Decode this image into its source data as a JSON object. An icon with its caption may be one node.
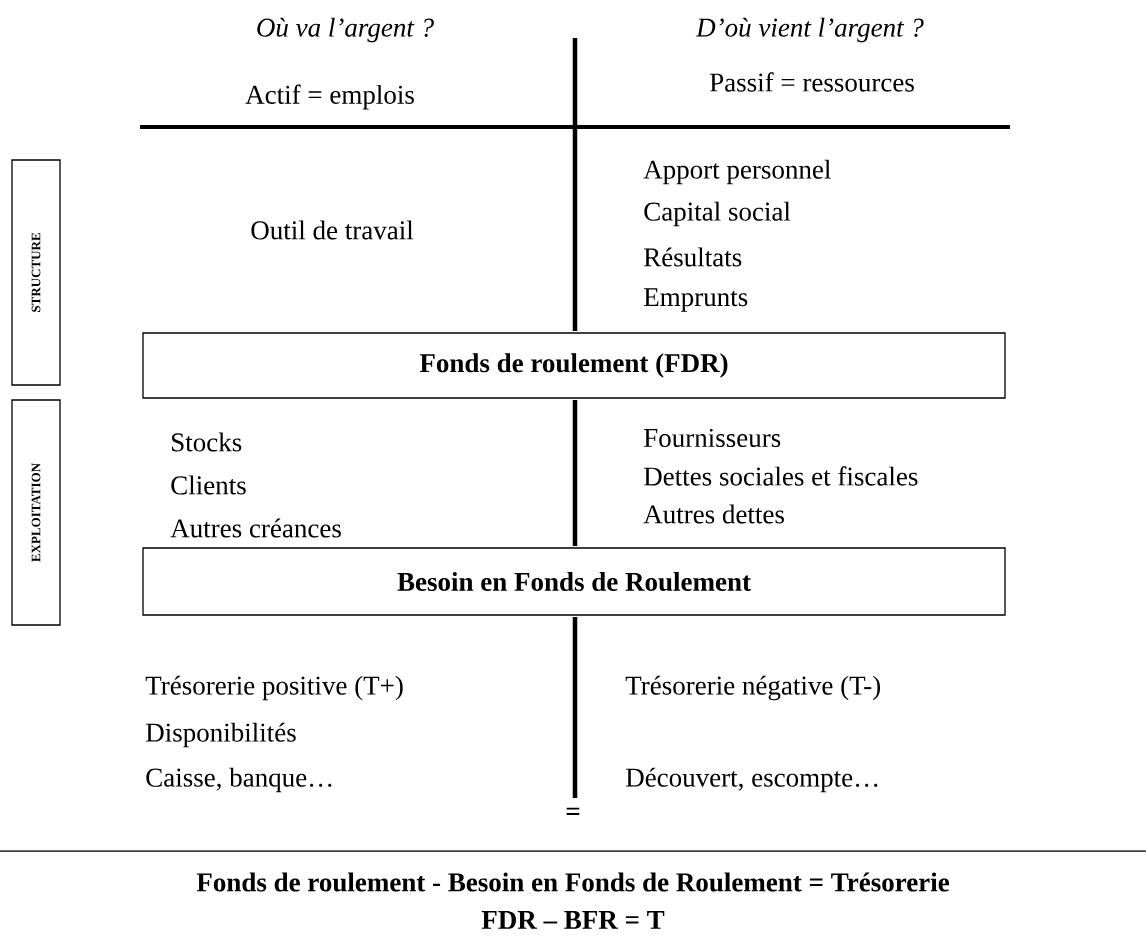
{
  "diagram": {
    "nodes": [
      {
        "text": [
          "STRUCTURE"
        ]
      },
      {
        "text": [
          "EXPLOITATION"
        ]
      },
      {
        "text": [
          "Fonds de roulement (FDR)"
        ]
      },
      {
        "text": [
          "Besoin en Fonds de Roulement"
        ]
      }
    ],
    "labels": [
      "Où va l’argent ?",
      "D’où vient l’argent ?",
      "Actif = emplois",
      "Passif = ressources",
      "Outil de travail",
      "Apport personnel",
      "Capital social",
      "Résultats",
      "Emprunts",
      "Stocks",
      "Fournisseurs",
      "Dettes sociales et fiscales",
      "Clients",
      "Autres dettes",
      "Autres créances",
      "Trésorerie positive (T+)",
      "Trésorerie négative (T-)",
      "Disponibilités",
      "Caisse, banque…",
      "Découvert, escompte…",
      "=",
      "Fonds de roulement - Besoin en Fonds de Roulement = Trésorerie",
      "FDR – BFR = T"
    ]
  }
}
